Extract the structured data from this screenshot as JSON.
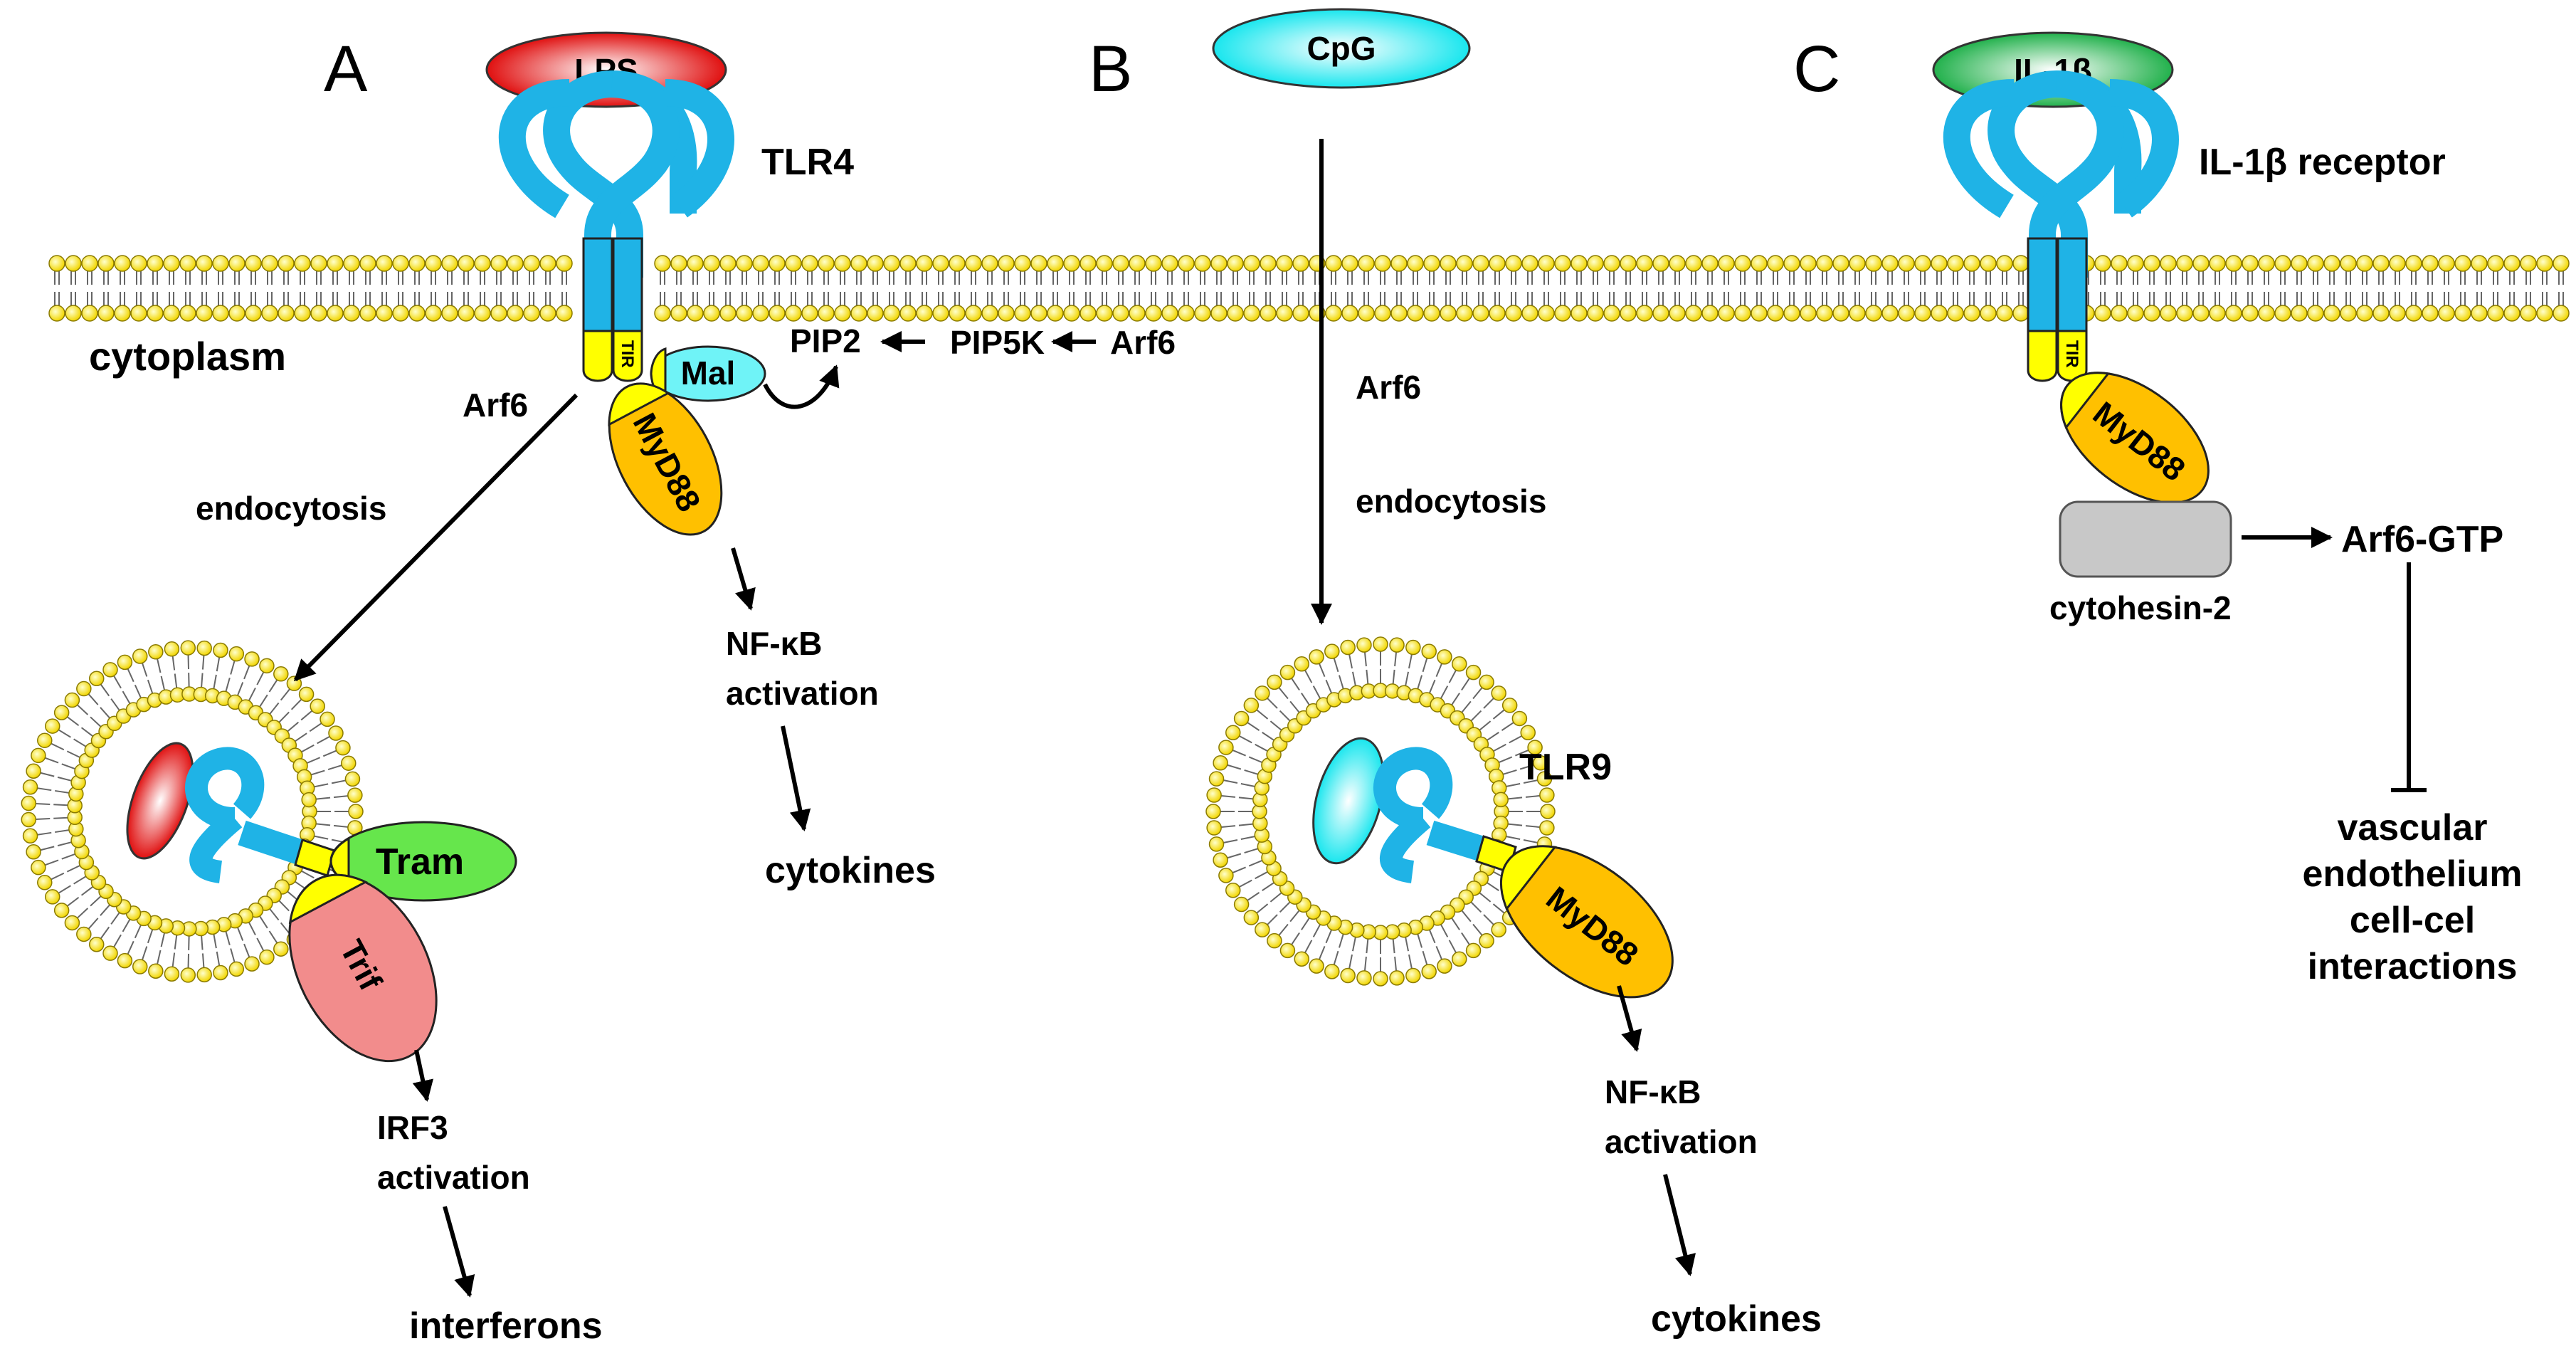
{
  "panels": {
    "a": "A",
    "b": "B",
    "c": "C"
  },
  "panel_a": {
    "ligand": "LPS",
    "receptor": "TLR4",
    "compartment": "cytoplasm",
    "tir": "TIR",
    "adaptor_mal": "Mal",
    "lipid": "PIP2",
    "kinase": "PIP5K",
    "arf6_right": "Arf6",
    "arf6_left": "Arf6",
    "endocytosis": "endocytosis",
    "myd88": "MyD88",
    "nfkb_line1": "NF-κB",
    "nfkb_line2": "activation",
    "cytokines": "cytokines",
    "tram": "Tram",
    "trif": "Trif",
    "irf3_line1": "IRF3",
    "irf3_line2": "activation",
    "interferons": "interferons"
  },
  "panel_b": {
    "ligand": "CpG",
    "arf6": "Arf6",
    "endocytosis": "endocytosis",
    "receptor": "TLR9",
    "myd88": "MyD88",
    "nfkb_line1": "NF-κB",
    "nfkb_line2": "activation",
    "cytokines": "cytokines"
  },
  "panel_c": {
    "ligand": "IL-1β",
    "receptor": "IL-1β receptor",
    "tir": "TIR",
    "myd88": "MyD88",
    "gef": "cytohesin-2",
    "arf6_gtp": "Arf6-GTP",
    "outcome_line1": "vascular",
    "outcome_line2": "endothelium",
    "outcome_line3": "cell-cel",
    "outcome_line4": "interactions"
  },
  "colors": {
    "receptor": "#1fb3e6",
    "tir": "#ffff00",
    "lipid_head": "#ffff33",
    "lps": "#e01010",
    "cpg": "#19e6ee",
    "il1b": "#22b14c",
    "myd88": "#ffc000",
    "mal": "#6ff3f7",
    "tram": "#66e64c",
    "trif": "#f28c8c",
    "cytohesin": "#c8c8c8"
  }
}
